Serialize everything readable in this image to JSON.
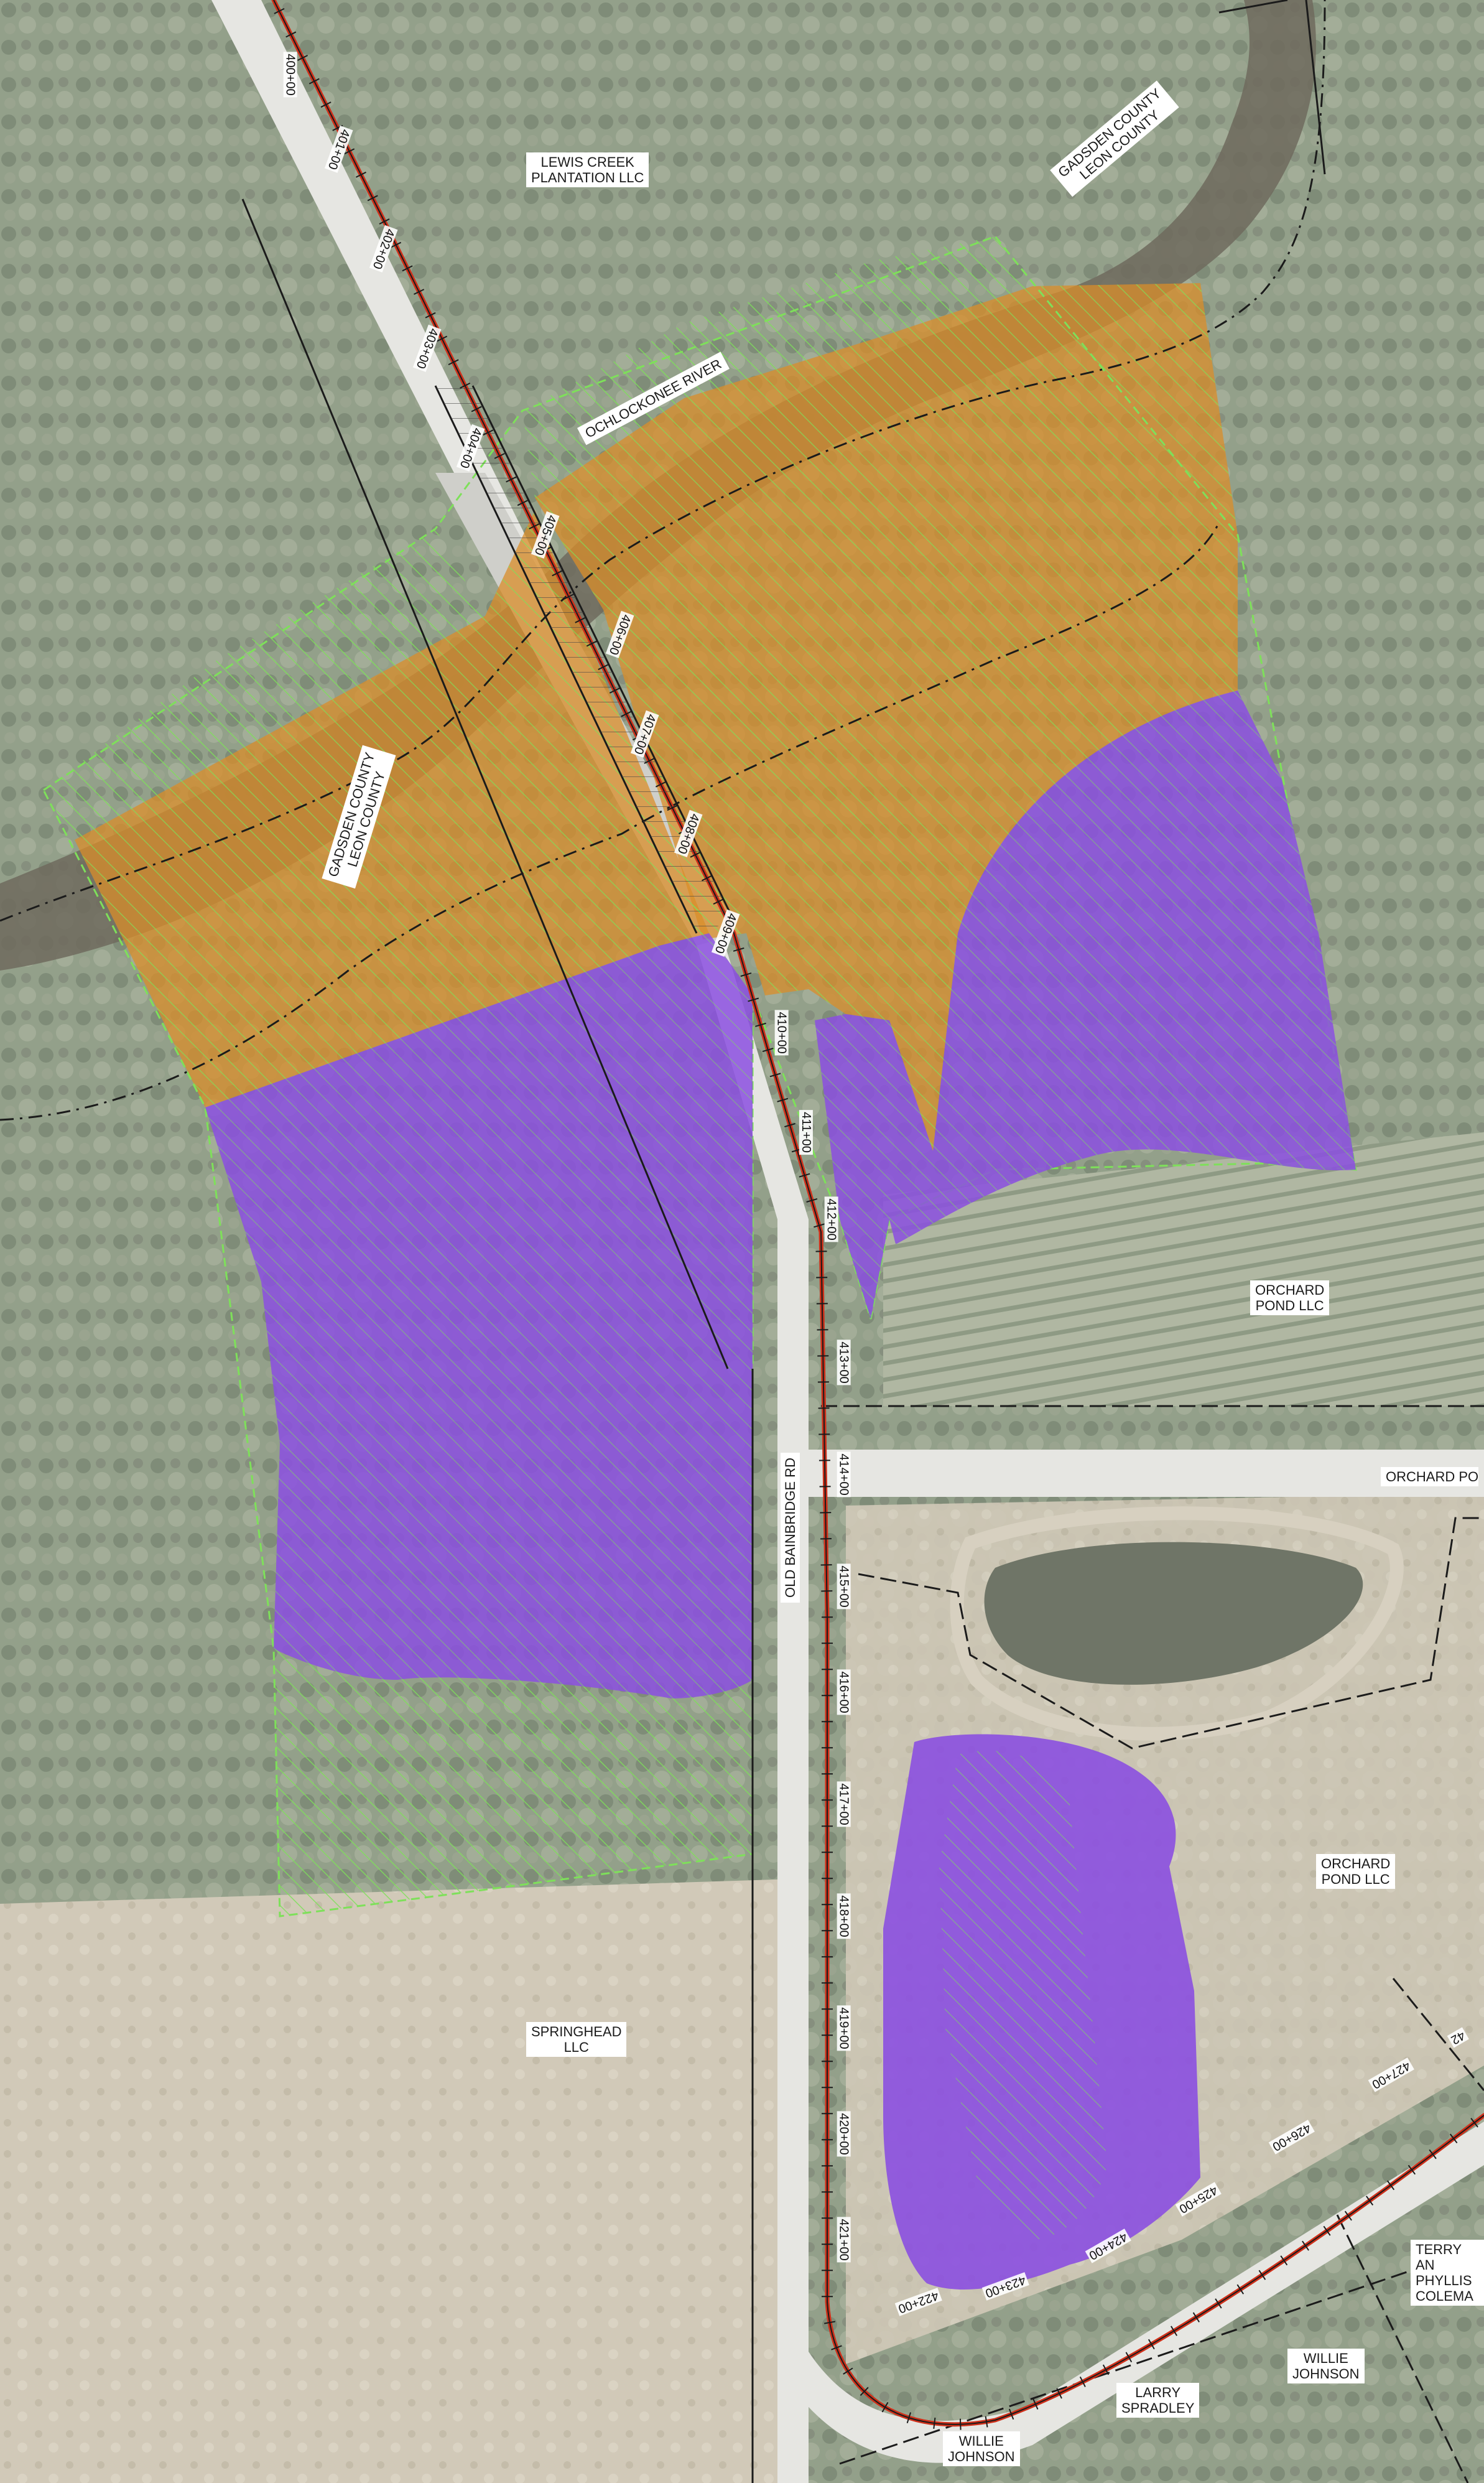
{
  "map": {
    "owners": {
      "lewis_creek": "LEWIS CREEK\nPLANTATION LLC",
      "orchard_pond_1": "ORCHARD\nPOND LLC",
      "orchard_pond_2": "ORCHARD\nPOND LLC",
      "springhead": "SPRINGHEAD\nLLC",
      "terry_phyllis": "TERRY AN\nPHYLLIS\nCOLEMA",
      "willie_johnson_1": "WILLIE\nJOHNSON",
      "willie_johnson_2": "WILLIE\nJOHNSON",
      "larry_spradley": "LARRY\nSPRADLEY"
    },
    "county_line_top": "GADSDEN COUNTY\nLEON COUNTY",
    "county_line_left": "GADSDEN COUNTY\nLEON COUNTY",
    "river": "OCHLOCKONEE RIVER",
    "roads": {
      "old_bainbridge": "OLD BAINBRIDGE RD",
      "orchard_pond": "ORCHARD PO"
    },
    "stations": [
      "400+00",
      "401+00",
      "402+00",
      "403+00",
      "404+00",
      "405+00",
      "406+00",
      "407+00",
      "408+00",
      "409+00",
      "410+00",
      "411+00",
      "412+00",
      "413+00",
      "414+00",
      "415+00",
      "416+00",
      "417+00",
      "418+00",
      "419+00",
      "420+00",
      "421+00",
      "422+00",
      "423+00",
      "424+00",
      "425+00",
      "426+00",
      "427+00",
      "42"
    ],
    "colors": {
      "imagery_forest": "#8f9a86",
      "imagery_field": "#cfc7b6",
      "orange_zone": "#d98e2a",
      "purple_zone": "#8b4fe0",
      "hatch_green": "#7ee05a",
      "alignment_red": "#d0301a",
      "road_gray": "#e6e6e2"
    }
  }
}
